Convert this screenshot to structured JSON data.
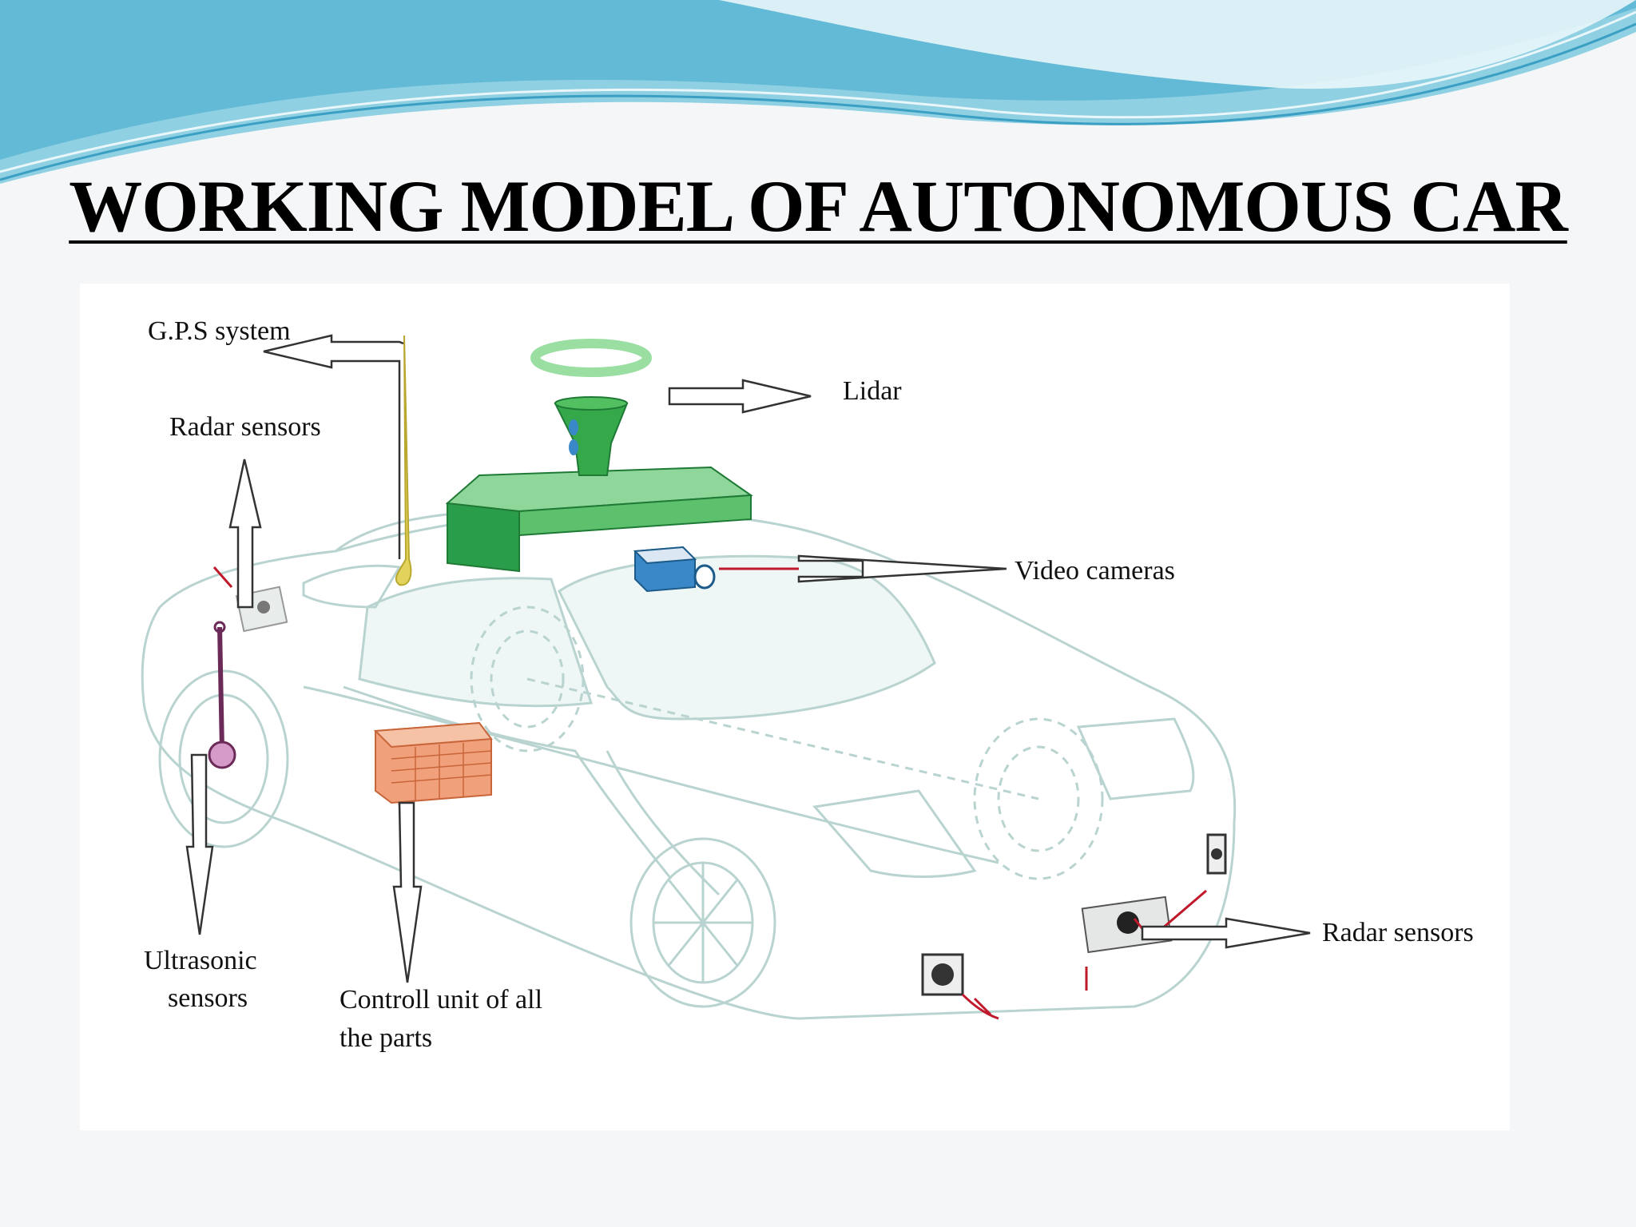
{
  "slide": {
    "title": "WORKING MODEL OF AUTONOMOUS CAR",
    "accent_color": "#7ec8dc"
  },
  "diagram": {
    "labels": {
      "gps": "G.P.S system",
      "lidar": "Lidar",
      "radar_left": "Radar sensors",
      "video": "Video cameras",
      "ultrasonic_line1": "Ultrasonic",
      "ultrasonic_line2": "sensors",
      "control_line1": "Controll unit of all",
      "control_line2": "the parts",
      "radar_right": "Radar sensors"
    },
    "colors": {
      "car_outline": "#b9d4d0",
      "roof_rack": "#2a9d4a",
      "lidar": "#35a84a",
      "camera": "#3b88c8",
      "control_unit": "#f0a07a",
      "antenna": "#e2d45a",
      "wire": "#c0192b",
      "arrow": "#333333"
    }
  }
}
